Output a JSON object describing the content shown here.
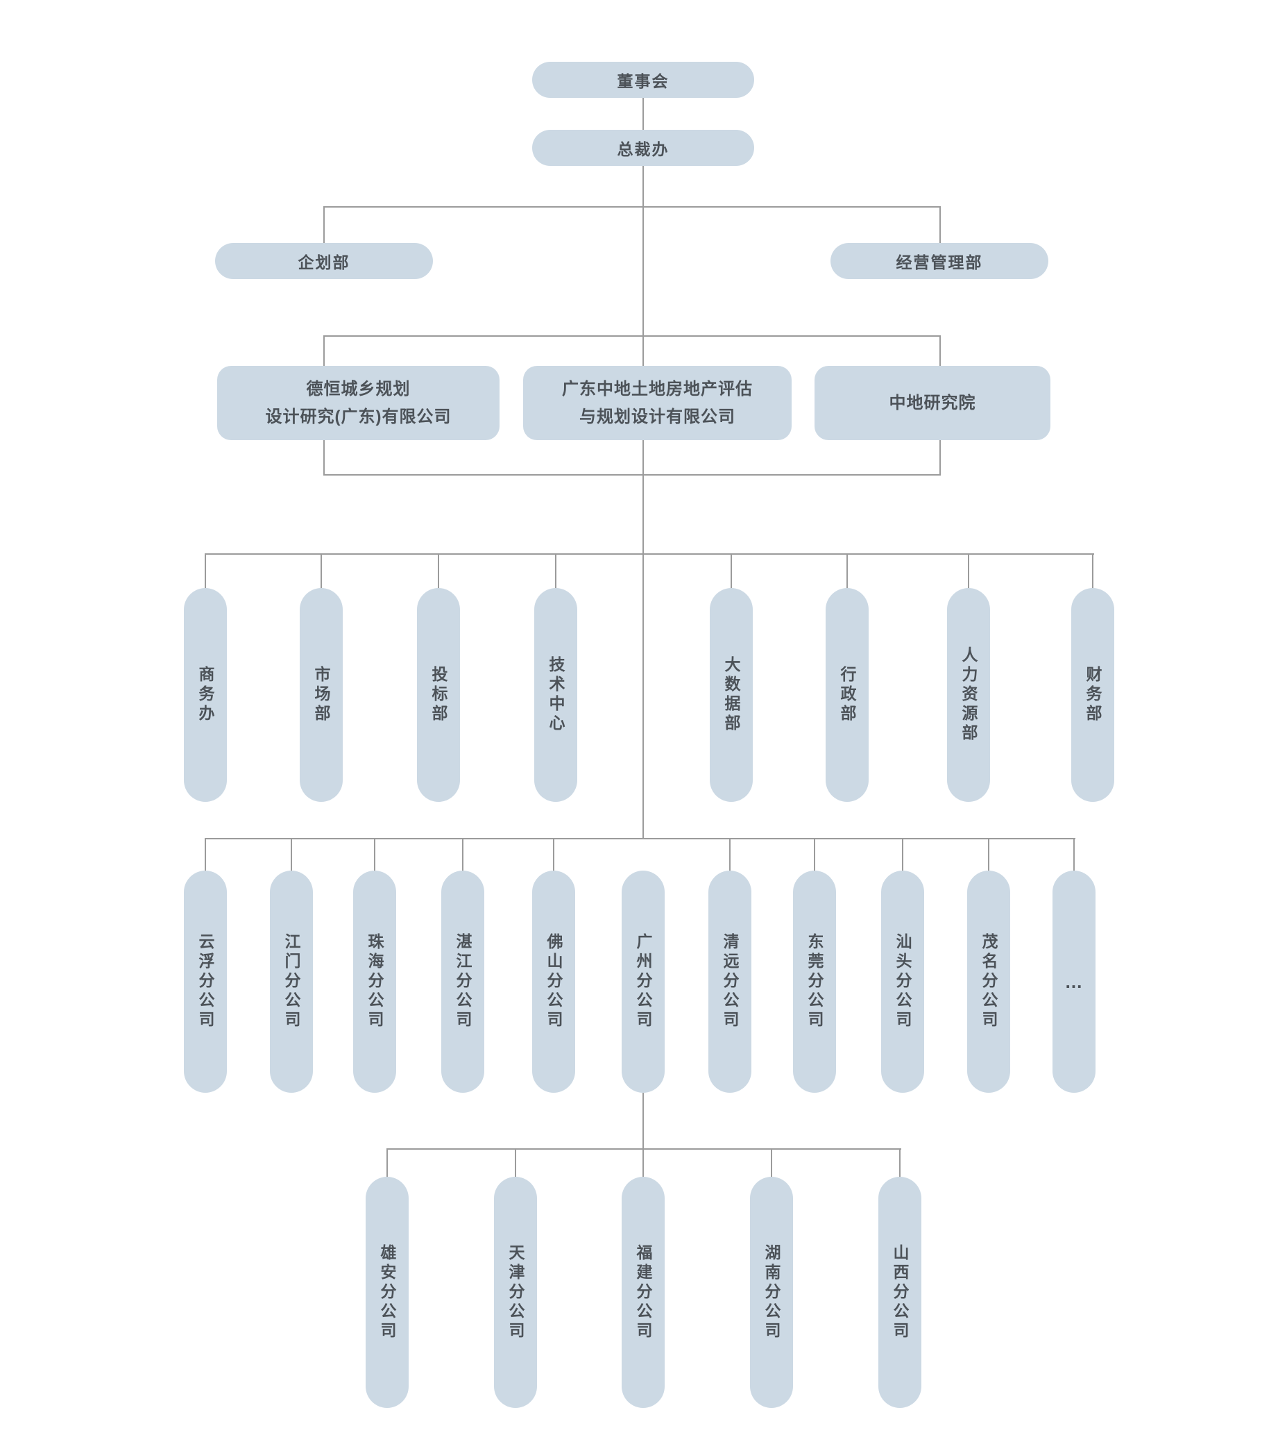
{
  "colors": {
    "pill": "#ccd9e4",
    "text": "#4c5258",
    "line": "#9b9b9b"
  },
  "chart": {
    "board": "董事会",
    "president_office": "总裁办",
    "planning_dept": "企划部",
    "operations_dept": "经营管理部",
    "companies": {
      "dh_line1": "德恒城乡规划",
      "dh_line2": "设计研究(广东)有限公司",
      "zd_line1": "广东中地土地房地产评估",
      "zd_line2": "与规划设计有限公司",
      "institute": "中地研究院"
    },
    "departments": [
      "商务办",
      "市场部",
      "投标部",
      "技术中心",
      "大数据部",
      "行政部",
      "人力资源部",
      "财务部"
    ],
    "branches": [
      "云浮分公司",
      "江门分公司",
      "珠海分公司",
      "湛江分公司",
      "佛山分公司",
      "广州分公司",
      "清远分公司",
      "东莞分公司",
      "汕头分公司",
      "茂名分公司",
      "..."
    ],
    "sub_branches": [
      "雄安分公司",
      "天津分公司",
      "福建分公司",
      "湖南分公司",
      "山西分公司"
    ]
  }
}
